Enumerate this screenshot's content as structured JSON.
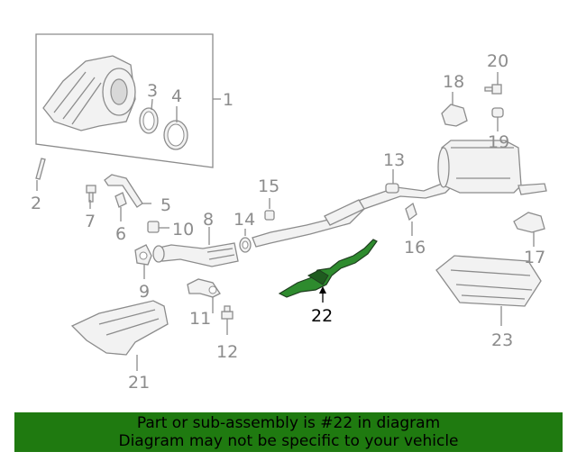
{
  "callouts": {
    "c1": "1",
    "c2": "2",
    "c3": "3",
    "c4": "4",
    "c5": "5",
    "c6": "6",
    "c7": "7",
    "c8": "8",
    "c9": "9",
    "c10": "10",
    "c11": "11",
    "c12": "12",
    "c13": "13",
    "c14": "14",
    "c15": "15",
    "c16": "16",
    "c17": "17",
    "c18": "18",
    "c19": "19",
    "c20": "20",
    "c21": "21",
    "c22": "22",
    "c23": "23"
  },
  "highlighted_part": "22",
  "colors": {
    "highlight": "#2e8b2e",
    "banner": "#1f7a10",
    "linework": "#8c8c8c"
  },
  "banner": {
    "line1": "Part or sub-assembly is #22 in diagram",
    "line2": "Diagram may not be specific to your vehicle"
  }
}
